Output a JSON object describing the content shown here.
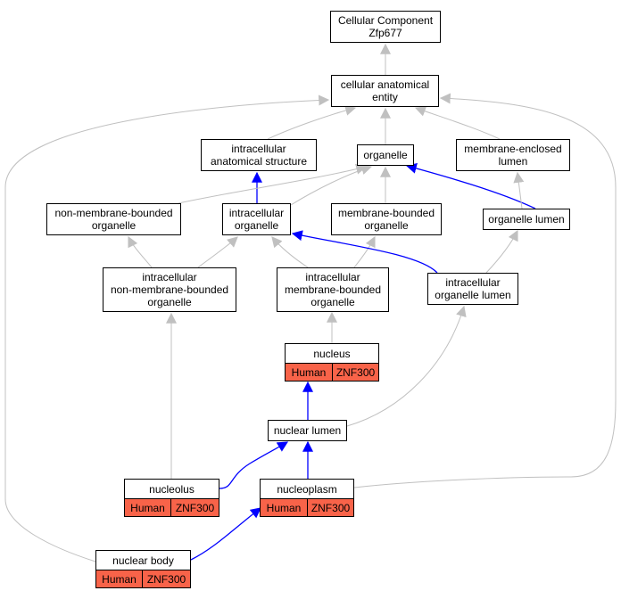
{
  "nodes": {
    "root": {
      "lines": [
        "Cellular Component",
        "Zfp677"
      ]
    },
    "cae": {
      "lines": [
        "cellular anatomical",
        "entity"
      ]
    },
    "ias": {
      "lines": [
        "intracellular",
        "anatomical structure"
      ]
    },
    "organelle": {
      "lines": [
        "organelle"
      ]
    },
    "mel": {
      "lines": [
        "membrane-enclosed",
        "lumen"
      ]
    },
    "nmbo": {
      "lines": [
        "non-membrane-bounded",
        "organelle"
      ]
    },
    "io": {
      "lines": [
        "intracellular",
        "organelle"
      ]
    },
    "mbo": {
      "lines": [
        "membrane-bounded",
        "organelle"
      ]
    },
    "ol": {
      "lines": [
        "organelle lumen"
      ]
    },
    "inmbo": {
      "lines": [
        "intracellular",
        "non-membrane-bounded",
        "organelle"
      ]
    },
    "imbo": {
      "lines": [
        "intracellular",
        "membrane-bounded",
        "organelle"
      ]
    },
    "iol": {
      "lines": [
        "intracellular",
        "organelle lumen"
      ]
    },
    "nucleus": {
      "lines": [
        "nucleus"
      ],
      "annotation": {
        "species": "Human",
        "gene": "ZNF300"
      }
    },
    "nlumen": {
      "lines": [
        "nuclear lumen"
      ]
    },
    "nucleolus": {
      "lines": [
        "nucleolus"
      ],
      "annotation": {
        "species": "Human",
        "gene": "ZNF300"
      }
    },
    "nucleoplasm": {
      "lines": [
        "nucleoplasm"
      ],
      "annotation": {
        "species": "Human",
        "gene": "ZNF300"
      }
    },
    "nbody": {
      "lines": [
        "nuclear body"
      ],
      "annotation": {
        "species": "Human",
        "gene": "ZNF300"
      }
    }
  },
  "colors": {
    "is_a_edge": "#c0c0c0",
    "part_of_edge": "#0000ff",
    "annotation_fill": "#f86349"
  }
}
